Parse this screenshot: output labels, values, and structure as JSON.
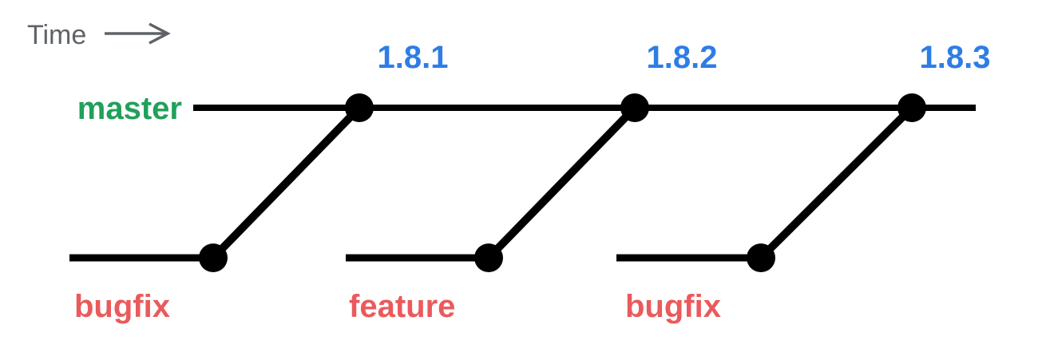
{
  "diagram": {
    "title": "git-release-branch-diagram",
    "time_axis": {
      "label": "Time",
      "arrow_icon": "right-arrow"
    },
    "master_branch": {
      "label": "master",
      "color": "#21a05a"
    },
    "release_tags": [
      {
        "label": "1.8.1"
      },
      {
        "label": "1.8.2"
      },
      {
        "label": "1.8.3"
      }
    ],
    "merge_branches": [
      {
        "label": "bugfix"
      },
      {
        "label": "feature"
      },
      {
        "label": "bugfix"
      }
    ],
    "branch_label_color": "#ea5a5c",
    "tag_color": "#2e7de5",
    "line_color": "#000000",
    "axis_color": "#5f6368",
    "commit_count_master": 3,
    "commit_count_branches": 3
  }
}
